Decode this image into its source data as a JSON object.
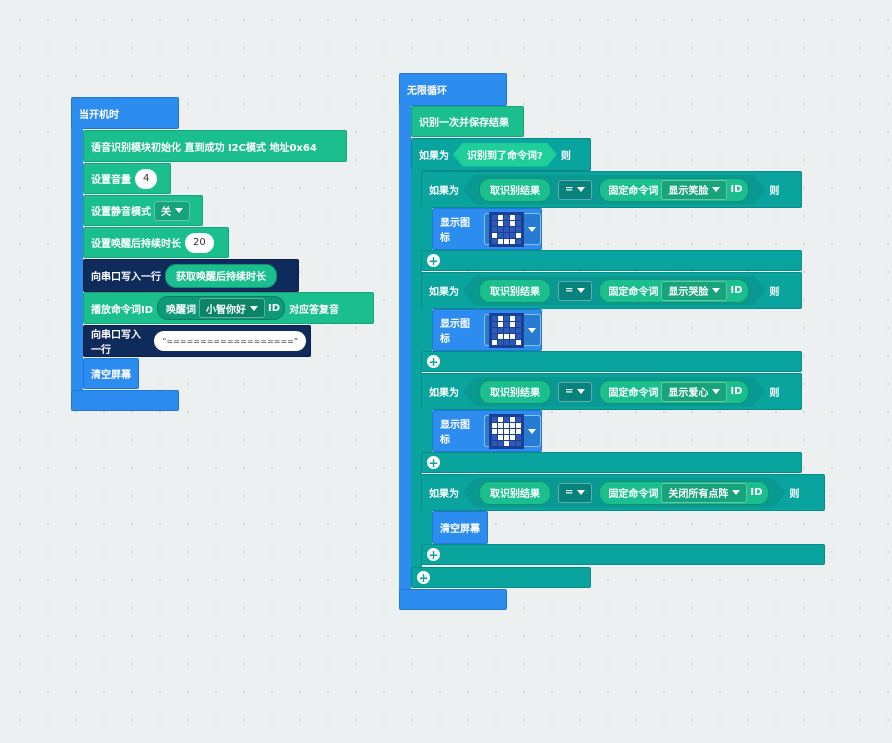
{
  "startup": {
    "hat": "当开机时",
    "init": {
      "label": "语音识别模块初始化 直到成功 I2C模式 地址0x64"
    },
    "volume": {
      "label": "设置音量",
      "value": "4"
    },
    "mute": {
      "label": "设置静音模式",
      "value": "关"
    },
    "wake_duration": {
      "label": "设置唤醒后持续时长",
      "value": "20"
    },
    "serial1": {
      "label": "向串口写入一行",
      "reporter": "获取唤醒后持续时长"
    },
    "play": {
      "label": "播放命令词ID",
      "reporter": "唤醒词",
      "dropdown": "小智你好",
      "id": "ID",
      "suffix": "对应答复音"
    },
    "serial2": {
      "label": "向串口写入一行",
      "string": "==================="
    },
    "clear": {
      "label": "清空屏幕"
    }
  },
  "forever": {
    "hat": "无限循环",
    "recognize": "识别一次并保存结果",
    "outer_if": {
      "if": "如果为",
      "condition": "识别到了命令词?",
      "then": "则"
    },
    "branches": [
      {
        "if": "如果为",
        "result": "取识别结果",
        "op": "=",
        "fixed": "固定命令词",
        "cmd": "显示笑脸",
        "id": "ID",
        "then": "则",
        "action": "显示图标",
        "icon": "smile-icon",
        "pixels": [
          0,
          1,
          0,
          1,
          0,
          0,
          1,
          0,
          1,
          0,
          0,
          0,
          0,
          0,
          0,
          1,
          0,
          0,
          0,
          1,
          0,
          1,
          1,
          1,
          0
        ]
      },
      {
        "if": "如果为",
        "result": "取识别结果",
        "op": "=",
        "fixed": "固定命令词",
        "cmd": "显示哭脸",
        "id": "ID",
        "then": "则",
        "action": "显示图标",
        "icon": "sad-icon",
        "pixels": [
          0,
          1,
          0,
          1,
          0,
          0,
          1,
          0,
          1,
          0,
          0,
          0,
          0,
          0,
          0,
          0,
          1,
          1,
          1,
          0,
          1,
          0,
          0,
          0,
          1
        ]
      },
      {
        "if": "如果为",
        "result": "取识别结果",
        "op": "=",
        "fixed": "固定命令词",
        "cmd": "显示爱心",
        "id": "ID",
        "then": "则",
        "action": "显示图标",
        "icon": "heart-icon",
        "pixels": [
          0,
          1,
          0,
          1,
          0,
          1,
          1,
          1,
          1,
          1,
          1,
          1,
          1,
          1,
          1,
          0,
          1,
          1,
          1,
          0,
          0,
          0,
          1,
          0,
          0
        ]
      },
      {
        "if": "如果为",
        "result": "取识别结果",
        "op": "=",
        "fixed": "固定命令词",
        "cmd": "关闭所有点阵",
        "id": "ID",
        "then": "则",
        "action": "清空屏幕"
      }
    ]
  },
  "colors": {
    "control": "#2d8cf0",
    "module": "#1bbf8e",
    "serial": "#0f2b5b",
    "logic": "#0aa49f"
  }
}
